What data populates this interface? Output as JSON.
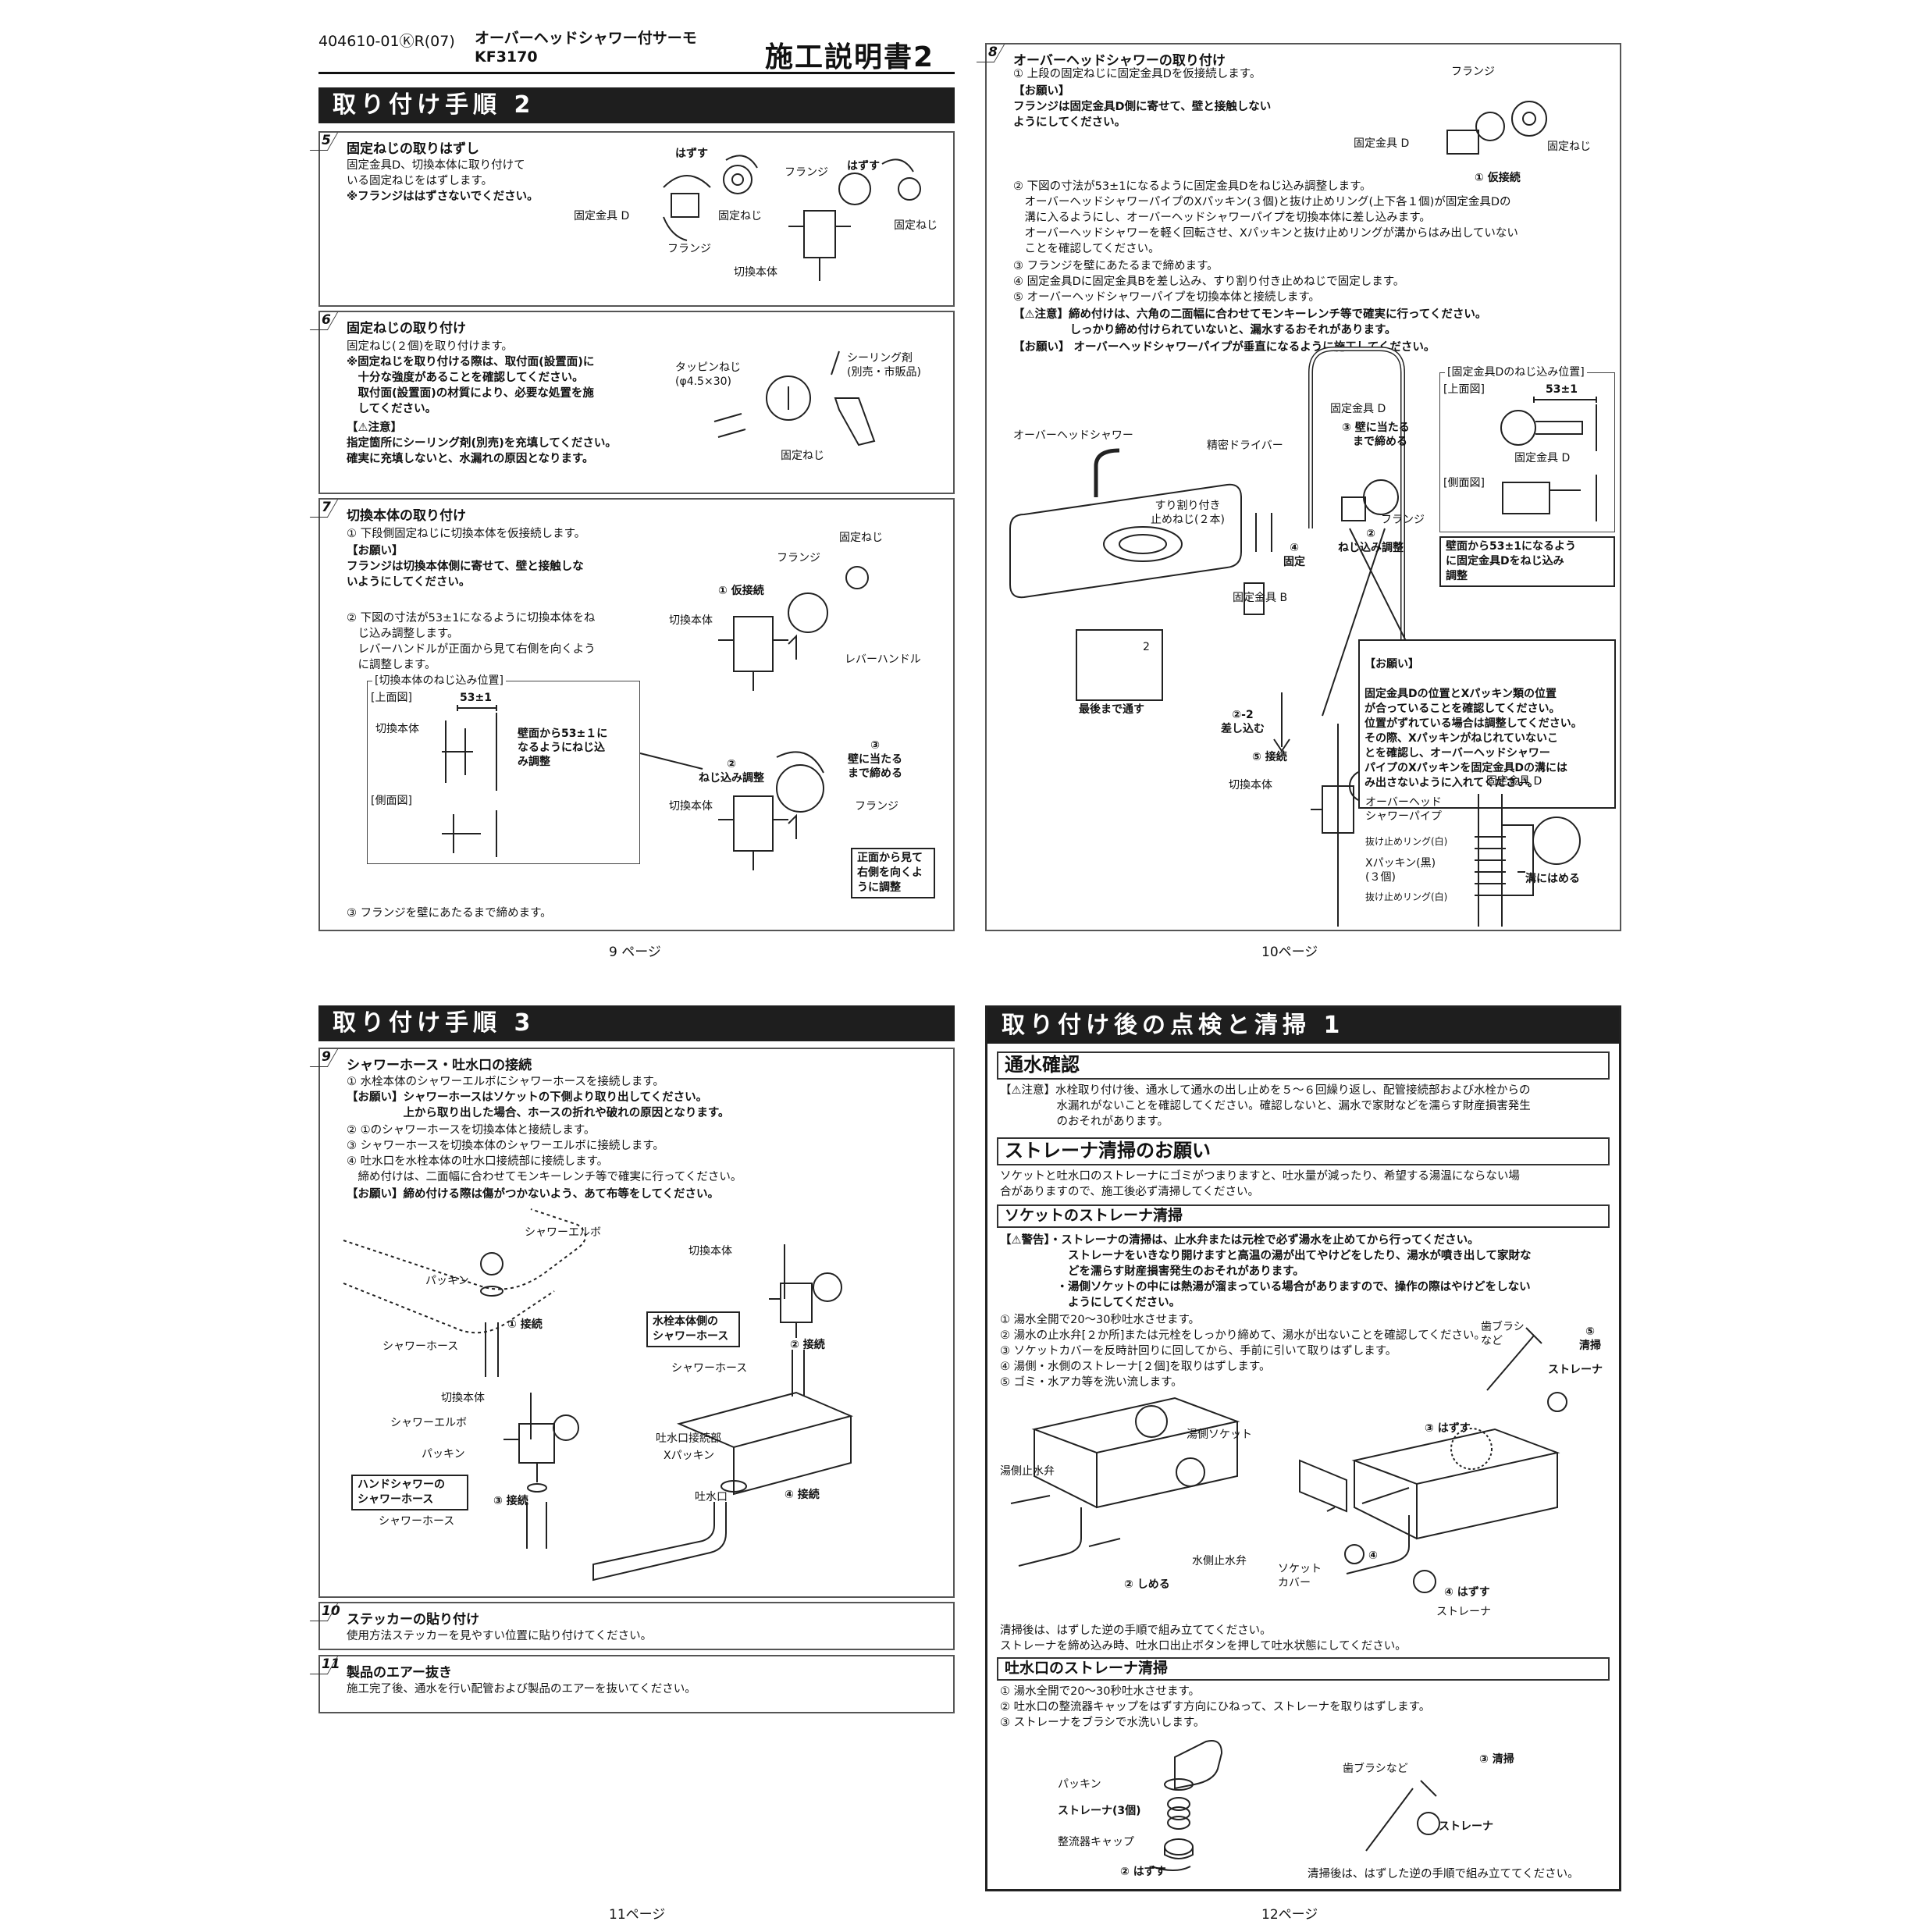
{
  "header": {
    "code": "404610-01ⓀR(07)",
    "product": "オーバーヘッドシャワー付サーモ",
    "model": "KF3170",
    "doc_title": "施工説明書2"
  },
  "p9": {
    "section": "取り付け手順 2",
    "step5": {
      "num": "5",
      "title": "固定ねじの取りはずし",
      "text": "固定金具D、切換本体に取り付けて\nいる固定ねじをはずします。",
      "note": "※フランジははずさないでください。",
      "labels": {
        "hazusu1": "はずす",
        "hazusu2": "はずす",
        "flange1": "フランジ",
        "flange2": "フランジ",
        "kinguD": "固定金具 D",
        "neji1": "固定ねじ",
        "neji2": "固定ねじ",
        "body": "切換本体"
      }
    },
    "step6": {
      "num": "6",
      "title": "固定ねじの取り付け",
      "text": "固定ねじ(２個)を取り付けます。",
      "note": "※固定ねじを取り付ける際は、取付面(設置面)に\n　十分な強度があることを確認してください。\n　取付面(設置面)の材質により、必要な処置を施\n　してください。",
      "caution_head": "【⚠注意】",
      "caution": "指定箇所にシーリング剤(別売)を充填してください。\n確実に充填しないと、水漏れの原因となります。",
      "labels": {
        "tapping": "タッピンねじ\n(φ4.5×30)",
        "sealing": "シーリング剤\n(別売・市販品)",
        "neji": "固定ねじ"
      }
    },
    "step7": {
      "num": "7",
      "title": "切換本体の取り付け",
      "t1": "① 下段側固定ねじに切換本体を仮接続します。",
      "req_head": "【お願い】",
      "req": "フランジは切換本体側に寄せて、壁と接触しな\nいようにしてください。",
      "t2": "② 下図の寸法が53±1になるように切換本体をね\n　じ込み調整します。\n　レバーハンドルが正面から見て右側を向くよう\n　に調整します。",
      "inset_title": "[切換本体のねじ込み位置]",
      "top_view": "[上面図]",
      "side_view": "[側面図]",
      "dim": "53±1",
      "body_lbl": "切換本体",
      "wall_note": "壁面から53±１に\nなるようにねじ込\nみ調整",
      "t3": "③ フランジを壁にあたるまで締めます。",
      "labels": {
        "kari": "① 仮接続",
        "flange": "フランジ",
        "neji": "固定ねじ",
        "body": "切換本体",
        "lever": "レバーハンドル",
        "adjust": "②\nねじ込み調整",
        "wall": "③\n壁に当たる\nまで締める",
        "body2": "切換本体",
        "flange2": "フランジ",
        "front": "正面から見て\n右側を向くよ\nうに調整"
      }
    },
    "pageno": "9 ページ"
  },
  "p10": {
    "step8": {
      "num": "8",
      "title": "オーバーヘッドシャワーの取り付け",
      "t1": "① 上段の固定ねじに固定金具Dを仮接続します。",
      "req_head": "【お願い】",
      "req": "フランジは固定金具D側に寄せて、壁と接触しない\nようにしてください。",
      "t2": "② 下図の寸法が53±1になるように固定金具Dをねじ込み調整します。\n　オーバーヘッドシャワーパイプのXパッキン(３個)と抜け止めリング(上下各１個)が固定金具Dの\n　溝に入るようにし、オーバーヘッドシャワーパイプを切換本体に差し込みます。\n　オーバーヘッドシャワーを軽く回転させ、Xパッキンと抜け止めリングが溝からはみ出していない\n　ことを確認してください。",
      "t3": "③ フランジを壁にあたるまで締めます。",
      "t4": "④ 固定金具Dに固定金具Bを差し込み、すり割り付き止めねじで固定します。",
      "t5": "⑤ オーバーヘッドシャワーパイプを切換本体と接続します。",
      "caution": "【⚠注意】締め付けは、六角の二面幅に合わせてモンキーレンチ等で確実に行ってください。\n　　　　　しっかり締め付けられていないと、漏水するおそれがあります。",
      "req2": "【お願い】 オーバーヘッドシャワーパイプが垂直になるように施工してください。",
      "labels": {
        "flange_top": "フランジ",
        "kinguD_top": "固定金具 D",
        "neji_top": "固定ねじ",
        "kari": "① 仮接続",
        "overhead": "オーバーヘッドシャワー",
        "driver": "精密ドライバー",
        "setscrew": "すり割り付き\n止めねじ(２本)",
        "fix4": "④\n固定",
        "kinguB": "固定金具 B",
        "kinguD": "固定金具 D",
        "wall3": "③ 壁に当たる\n　まで締める",
        "flange": "フランジ",
        "adjust2": "②\nねじ込み調整",
        "last": "最後まで通す",
        "insert": "②-2\n差し込む",
        "connect5": "⑤ 接続",
        "body": "切換本体",
        "two": "2"
      },
      "inset_title": "[固定金具Dのねじ込み位置]",
      "top_view": "[上面図]",
      "side_view": "[側面図]",
      "dim": "53±1",
      "kinguD_inset": "固定金具 D",
      "wall_note": "壁面から53±1になるよう\nに固定金具Dをねじ込み\n調整",
      "req3_head": "【お願い】",
      "req3": "固定金具Dの位置とXパッキン類の位置\nが合っていることを確認してください。\n位置がずれている場合は調整してください。\nその際、Xパッキンがねじれていないこ\nとを確認し、オーバーヘッドシャワー\nパイプのXパッキンを固定金具Dの溝には\nみ出さないように入れてください。",
      "detail": {
        "kinguD": "固定金具 D",
        "pipe": "オーバーヘッド\nシャワーパイプ",
        "ring1": "抜け止めリング(白)",
        "xpack": "Xパッキン(黒)\n(３個)",
        "ring2": "抜け止めリング(白)",
        "groove": "溝にはめる"
      }
    },
    "pageno": "10ページ"
  },
  "p11": {
    "section": "取り付け手順 3",
    "step9": {
      "num": "9",
      "title": "シャワーホース・吐水口の接続",
      "t1": "① 水栓本体のシャワーエルボにシャワーホースを接続します。",
      "req": "【お願い】シャワーホースはソケットの下側より取り出してください。\n　　　　　上から取り出した場合、ホースの折れや破れの原因となります。",
      "t2": "② ①のシャワーホースを切換本体と接続します。\n③ シャワーホースを切換本体のシャワーエルボに接続します。\n④ 吐水口を水栓本体の吐水口接続部に接続します。\n　締め付けは、二面幅に合わせてモンキーレンチ等で確実に行ってください。",
      "req2": "【お願い】締め付ける際は傷がつかないよう、あて布等をしてください。",
      "labels": {
        "elbow": "シャワーエルボ",
        "packing": "パッキン",
        "connect1": "① 接続",
        "hose": "シャワーホース",
        "body_r": "切換本体",
        "hose_box": "水栓本体側の\nシャワーホース",
        "connect2": "② 接続",
        "hose_r": "シャワーホース",
        "body2": "切換本体",
        "elbow2": "シャワーエルボ",
        "packing2": "パッキン",
        "hand_box": "ハンドシャワーの\nシャワーホース",
        "connect3": "③ 接続",
        "hose3": "シャワーホース",
        "spout_joint": "吐水口接続部",
        "xpack": "Xパッキン",
        "spout": "吐水口",
        "connect4": "④ 接続"
      }
    },
    "step10": {
      "num": "10",
      "title": "ステッカーの貼り付け",
      "text": "使用方法ステッカーを見やすい位置に貼り付けてください。"
    },
    "step11": {
      "num": "11",
      "title": "製品のエアー抜き",
      "text": "施工完了後、通水を行い配管および製品のエアーを抜いてください。"
    },
    "pageno": "11ページ"
  },
  "p12": {
    "section": "取り付け後の点検と清掃 1",
    "water_check": "通水確認",
    "water_text": "【⚠注意】水栓取り付け後、通水して通水の出し止めを５～６回繰り返し、配管接続部および水栓からの\n　　　　　水漏れがないことを確認してください。確認しないと、漏水で家財などを濡らす財産損害発生\n　　　　　のおそれがあります。",
    "strainer_req": "ストレーナ清掃のお願い",
    "strainer_text": "ソケットと吐水口のストレーナにゴミがつまりますと、吐水量が減ったり、希望する湯温にならない場\n合がありますので、施工後必ず清掃してください。",
    "socket_hd": "ソケットのストレーナ清掃",
    "socket_warn": "【⚠警告】・ストレーナの清掃は、止水弁または元栓で必ず湯水を止めてから行ってください。\n　　　　　　ストレーナをいきなり開けますと高温の湯が出てやけどをしたり、湯水が噴き出して家財な\n　　　　　　どを濡らす財産損害発生のおそれがあります。\n　　　　　・湯側ソケットの中には熱湯が溜まっている場合がありますので、操作の際はやけどをしない\n　　　　　　ようにしてください。",
    "socket_steps": "① 湯水全開で20～30秒吐水させます。\n② 湯水の止水弁[２か所]または元栓をしっかり締めて、湯水が出ないことを確認してください。\n③ ソケットカバーを反時計回りに回してから、手前に引いて取りはずします。\n④ 湯側・水側のストレーナ[２個]を取りはずします。\n⑤ ゴミ・水アカ等を洗い流します。",
    "labels": {
      "brush": "歯ブラシ\nなど",
      "clean5": "⑤\n清掃",
      "strainer": "ストレーナ",
      "hot_socket": "湯側ソケット",
      "hot_valve": "湯側止水弁",
      "close2": "② しめる",
      "cold_valve": "水側止水弁",
      "remove3": "③ はずす",
      "socket_cover": "ソケット\nカバー",
      "four": "④",
      "remove4": "④ はずす",
      "strainer2": "ストレーナ"
    },
    "after_clean": "清掃後は、はずした逆の手順で組み立ててください。\nストレーナを締め込み時、吐水口出止ボタンを押して吐水状態にしてください。",
    "spout_hd": "吐水口のストレーナ清掃",
    "spout_steps": "① 湯水全開で20～30秒吐水させます。\n② 吐水口の整流器キャップをはずす方向にひねって、ストレーナを取りはずします。\n③ ストレーナをブラシで水洗いします。",
    "spout_labels": {
      "packing": "パッキン",
      "strainer3": "ストレーナ(3個)",
      "cap": "整流器キャップ",
      "remove2": "② はずす",
      "brush": "歯ブラシなど",
      "clean3": "③ 清掃",
      "strainer": "ストレーナ"
    },
    "final": "清掃後は、はずした逆の手順で組み立ててください。",
    "pageno": "12ページ"
  }
}
